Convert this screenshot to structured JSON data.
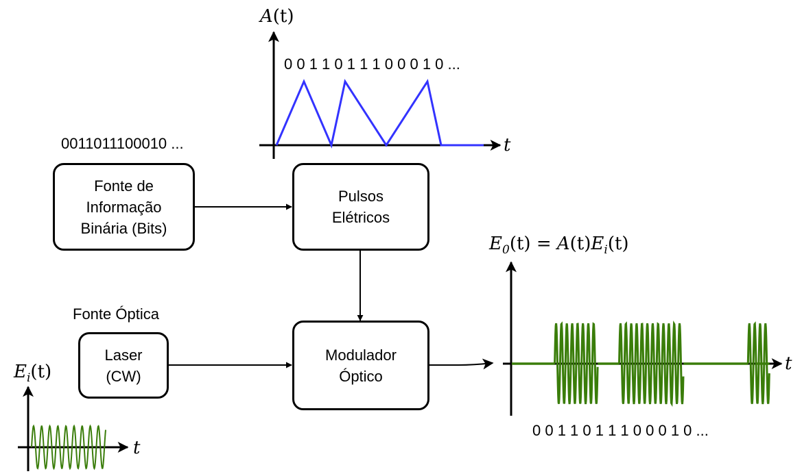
{
  "blocks": {
    "source": {
      "line1": "Fonte de",
      "line2": "Informação",
      "line3": "Binária (Bits)"
    },
    "pulses": {
      "line1": "Pulsos",
      "line2": "Elétricos"
    },
    "laser": {
      "line1": "Laser",
      "line2": "(CW)"
    },
    "modulator": {
      "line1": "Modulador",
      "line2": "Óptico"
    }
  },
  "labels": {
    "bit_string": "0011011100010 ...",
    "bit_sequence_pulses": "0 0 1 1 0 1 1 1 0 0 0 1 0 ...",
    "bit_sequence_output": "0 0 1 1 0 1 1 1 0 0 0 1 0 ...",
    "optical_source": "Fonte Óptica"
  },
  "math": {
    "a_t": {
      "sym": "A",
      "arg": "(t)"
    },
    "ei_t": {
      "sym": "E",
      "sub": "i",
      "arg": "(t)"
    },
    "eo_t": {
      "sym": "E",
      "sub": "0",
      "arg1": "(t) = ",
      "sym2": "A",
      "arg2": "(t)",
      "sym3": "E",
      "sub3": "i",
      "arg3": "(t)"
    },
    "t_pulses": "t",
    "t_laser": "t",
    "t_output": "t"
  },
  "signal": {
    "bits": [
      0,
      0,
      1,
      1,
      0,
      1,
      1,
      1,
      0,
      0,
      0,
      1,
      0
    ],
    "carrier_cycles_per_bit": 4,
    "pulse_color": "#3333ff",
    "carrier_color": "#3a7d0a"
  }
}
